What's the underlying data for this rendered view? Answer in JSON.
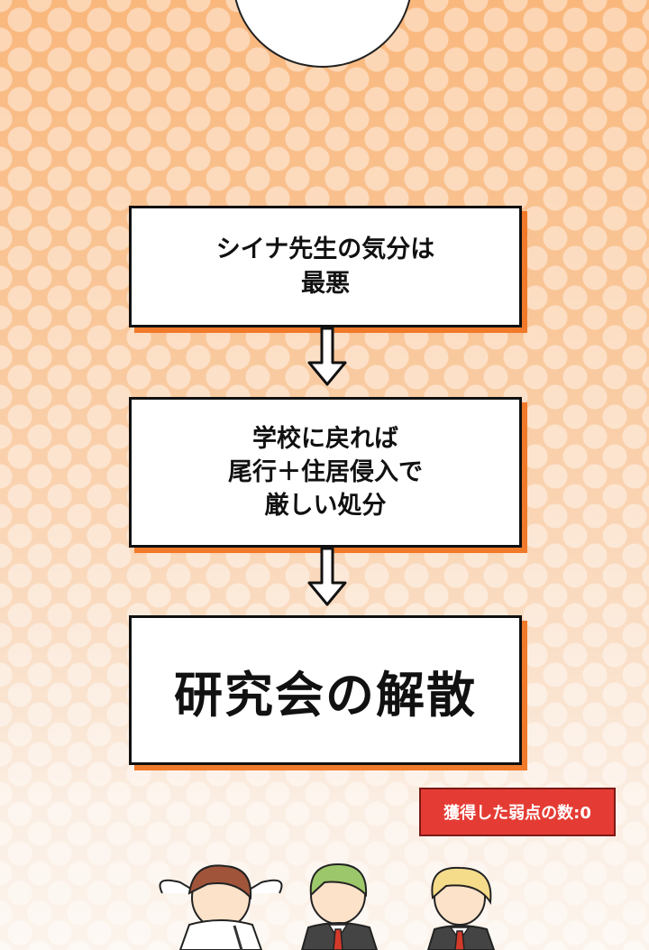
{
  "flow": {
    "step1": [
      "シイナ先生の気分は",
      "最悪"
    ],
    "step2": [
      "学校に戻れば",
      "尾行＋住居侵入で",
      "厳しい処分"
    ],
    "step3": "研究会の解散"
  },
  "counter": {
    "label": "獲得した弱点の数:0"
  },
  "colors": {
    "accent": "#f07a2a",
    "counter_bg": "#e43c34"
  }
}
